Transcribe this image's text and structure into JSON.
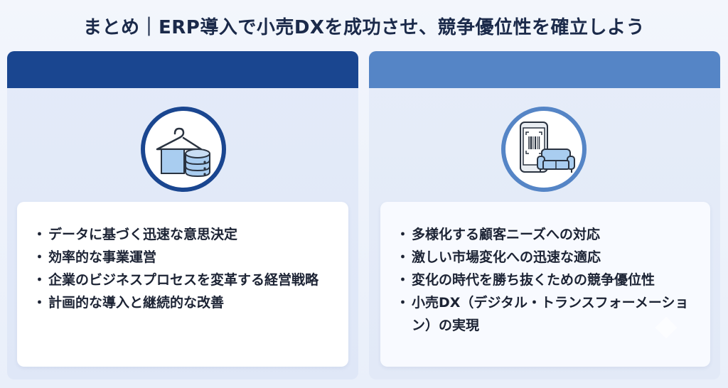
{
  "title": "まとめ｜ERP導入で小売DXを成功させ、競争優位性を確立しよう",
  "left_panel": {
    "icon": "hanger-database-icon",
    "accent": "#1a4690",
    "items": [
      "データに基づく迅速な意思決定",
      "効率的な事業運営",
      "企業のビジネスプロセスを変革する経営戦略",
      "計画的な導入と継続的な改善"
    ]
  },
  "right_panel": {
    "icon": "smartphone-barcode-sofa-icon",
    "accent": "#5585c6",
    "items": [
      "多様化する顧客ニーズへの対応",
      "激しい市場変化への迅速な適応",
      "変化の時代を勝ち抜くための競争優位性",
      "小売DX（デジタル・トランスフォーメーション）の実現"
    ]
  }
}
